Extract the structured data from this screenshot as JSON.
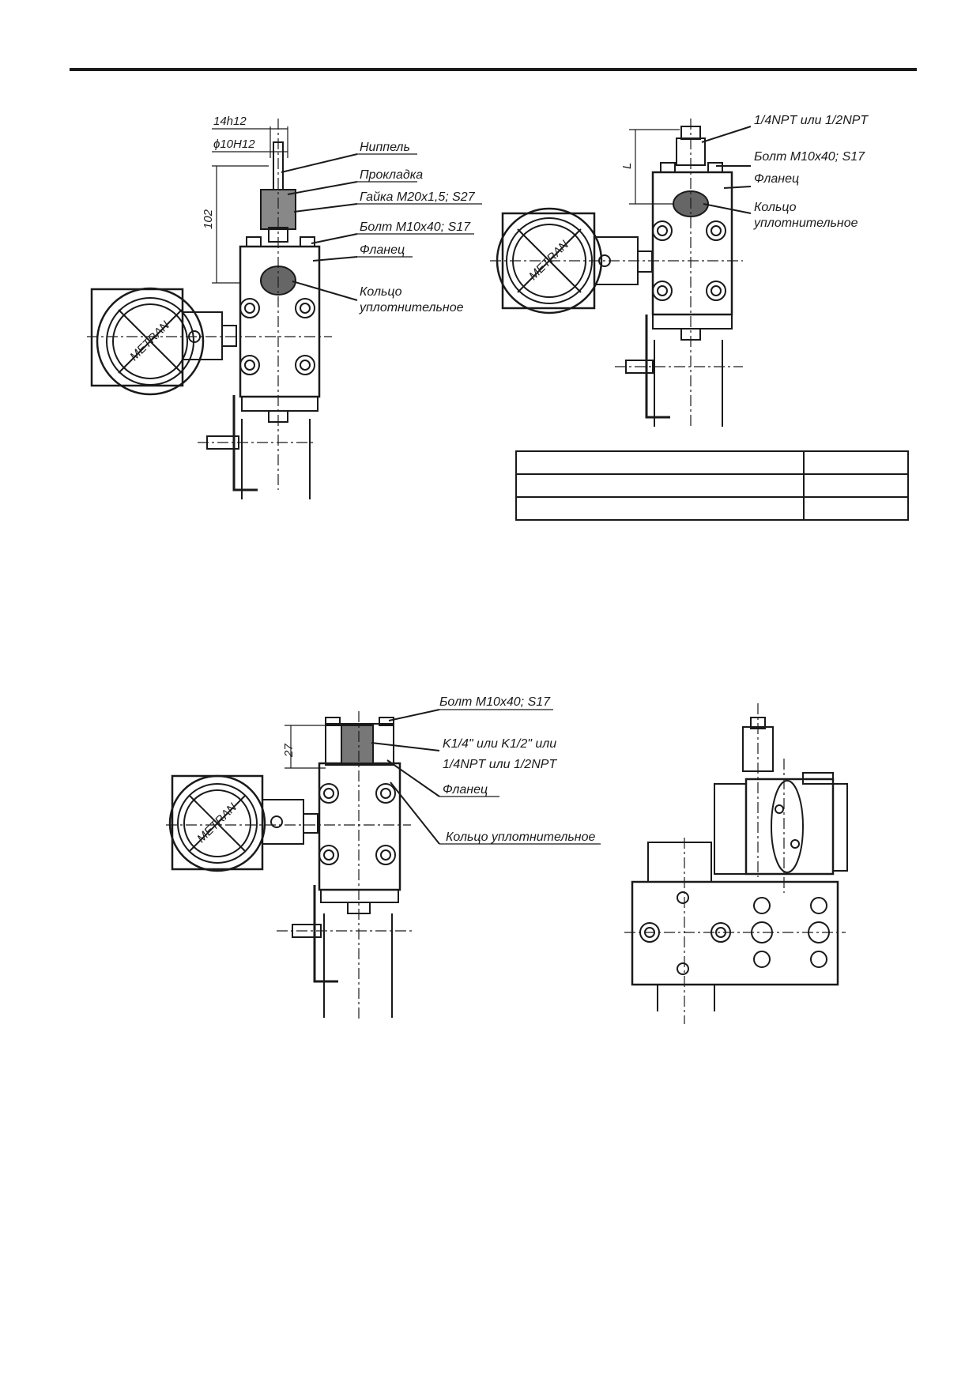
{
  "drawing_top_left": {
    "dim_14h12": "14h12",
    "dim_10H12": "ϕ10H12",
    "dim_102": "102",
    "label_nipple": "Ниппель",
    "label_gasket": "Прокладка",
    "label_nut": "Гайка М20х1,5; S27",
    "label_bolt": "Болт М10х40; S17",
    "label_flange": "Фланец",
    "label_ring_1": "Кольцо",
    "label_ring_2": "уплотнительное",
    "brand": "METRAN"
  },
  "drawing_top_right": {
    "label_thread": "1/4NPT или 1/2NPT",
    "label_bolt": "Болт М10х40; S17",
    "label_flange": "Фланец",
    "label_ring_1": "Кольцо",
    "label_ring_2": "уплотнительное",
    "dim_L": "L",
    "brand": "METRAN"
  },
  "spec_table": {
    "rows": [
      [
        "",
        ""
      ],
      [
        "",
        ""
      ],
      [
        "",
        ""
      ]
    ]
  },
  "drawing_bottom_left": {
    "label_bolt": "Болт М10х40; S17",
    "label_thread_1": "K1/4\" или K1/2\" или",
    "label_thread_2": "1/4NPT или 1/2NPT",
    "label_flange": "Фланец",
    "label_ring": "Кольцо уплотнительное",
    "dim_27": "27",
    "brand": "METRAN"
  }
}
